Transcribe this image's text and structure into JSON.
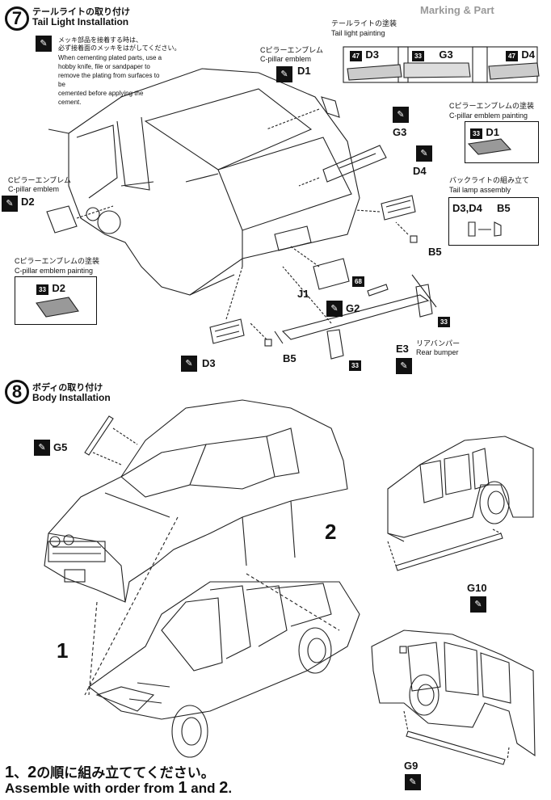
{
  "header": {
    "running_text": "Marking & Part"
  },
  "step7": {
    "number": "7",
    "title_jp": "テールライトの取り付け",
    "title_en": "Tail Light Installation",
    "note_jp_1": "メッキ部品を接着する時は、",
    "note_jp_2": "必ず接着面のメッキをはがしてください。",
    "note_en": [
      "When cementing plated parts, use a",
      "hobby knife, file or sandpaper to",
      "remove the plating from surfaces to be",
      "cemented before applying the cement."
    ],
    "callouts": {
      "cpillar_top_jp": "Cピラーエンブレム",
      "cpillar_top_en": "C-pillar emblem",
      "cpillar_left_jp": "Cピラーエンブレム",
      "cpillar_left_en": "C-pillar emblem",
      "cpillar_paint_jp": "Cピラーエンブレムの塗装",
      "cpillar_paint_en": "C-pillar emblem painting",
      "taillight_paint_jp": "テールライトの塗装",
      "taillight_paint_en": "Tail light painting",
      "cpillar_paint2_jp": "Cピラーエンブレムの塗装",
      "cpillar_paint2_en": "C-pillar emblem painting",
      "backlight_jp": "バックライトの組み立て",
      "backlight_en": "Tail lamp assembly",
      "rear_bumper_jp": "リアバンパー",
      "rear_bumper_en": "Rear bumper"
    },
    "parts": {
      "D1": "D1",
      "D2": "D2",
      "D3": "D3",
      "D4": "D4",
      "G3": "G3",
      "G2": "G2",
      "B5a": "B5",
      "B5b": "B5",
      "J1": "J1",
      "E3": "E3",
      "D3D4": "D3,D4",
      "B5c": "B5",
      "D1b": "D1",
      "D2b": "D2",
      "D3p": "D3",
      "G3p": "G3",
      "D4p": "D4"
    },
    "paint_codes": {
      "c47a": "47",
      "c33a": "33",
      "c47b": "47",
      "c33b": "33",
      "c33c": "33",
      "c68": "68",
      "c33d": "33",
      "c33e": "33"
    }
  },
  "step8": {
    "number": "8",
    "title_jp": "ボディの取り付け",
    "title_en": "Body Installation",
    "parts": {
      "G5": "G5",
      "G10": "G10",
      "G9": "G9"
    },
    "order_1": "1",
    "order_2": "2"
  },
  "footer": {
    "n1": "1",
    "sep": "、",
    "n2": "2",
    "jp_tail": "の順に組み立ててください。",
    "en_head": "Assemble with order from ",
    "en_n1": "1",
    "en_mid": " and ",
    "en_n2": "2",
    "en_tail": "."
  },
  "icons": {
    "glue": "cement-icon"
  }
}
